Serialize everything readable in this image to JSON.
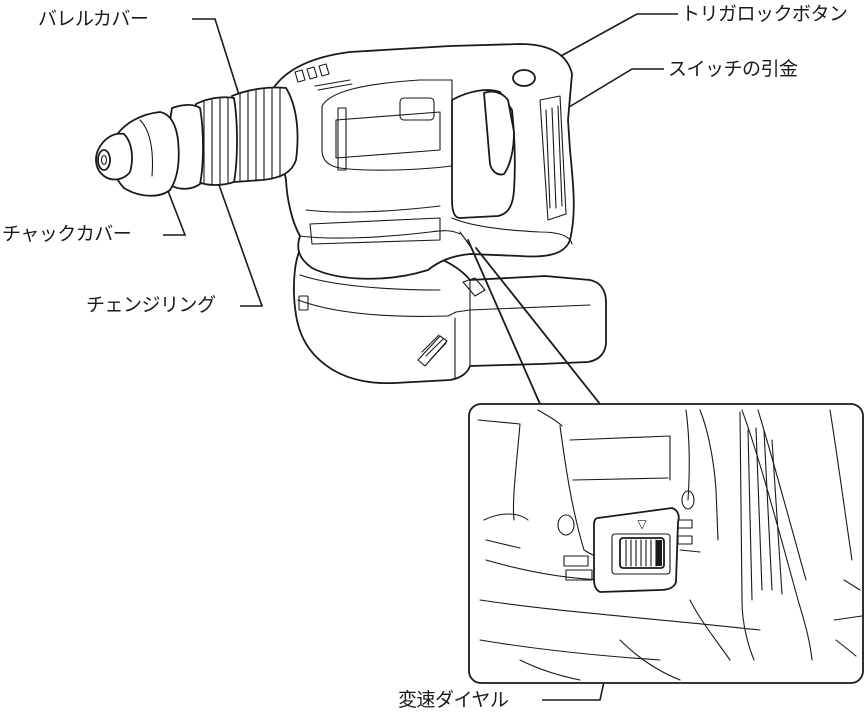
{
  "callouts": {
    "barrel_cover": "バレルカバー",
    "trigger_lock_button": "トリガロックボタン",
    "switch_trigger": "スイッチの引金",
    "chuck_cover": "チャックカバー",
    "change_ring": "チェンジリング",
    "speed_dial": "変速ダイヤル"
  },
  "inset": {
    "arrow_mark": "▽"
  },
  "colors": {
    "line": "#1a1a1a",
    "background": "#ffffff"
  }
}
